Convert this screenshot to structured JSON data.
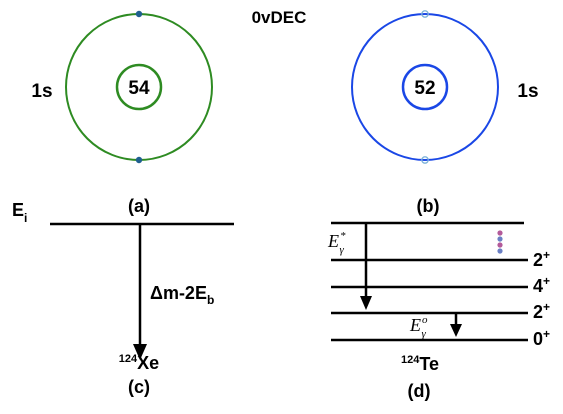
{
  "header": {
    "title": "0vDEC"
  },
  "atom_a": {
    "shell_label": "1s",
    "nucleus": "54",
    "color": "#2e8b22",
    "electron_color": "#1f5f8f"
  },
  "atom_b": {
    "shell_label": "1s",
    "nucleus": "52",
    "color": "#1a47e6",
    "electron_color": "#7fb3d9"
  },
  "panels": {
    "a": "(a)",
    "b": "(b)",
    "c": "(c)",
    "d": "(d)"
  },
  "scheme_c": {
    "level_label_main": "E",
    "level_label_sub": "i",
    "transition_main": "Δm-2E",
    "transition_sub": "b",
    "nuclide_mass": "124",
    "nuclide_symbol": "Xe"
  },
  "scheme_d": {
    "levels": [
      "2",
      "4",
      "2",
      "0"
    ],
    "parity": "+",
    "gamma1_main": "E",
    "gamma1_sub": "γ",
    "gamma1_sup": "*",
    "gamma2_main": "E",
    "gamma2_sub": "γ",
    "gamma2_sup": "o",
    "nuclide_mass": "124",
    "nuclide_symbol": "Te",
    "dots_colors": [
      "#b35a9a",
      "#6a7fc4",
      "#b35a9a",
      "#6a7fc4"
    ]
  }
}
